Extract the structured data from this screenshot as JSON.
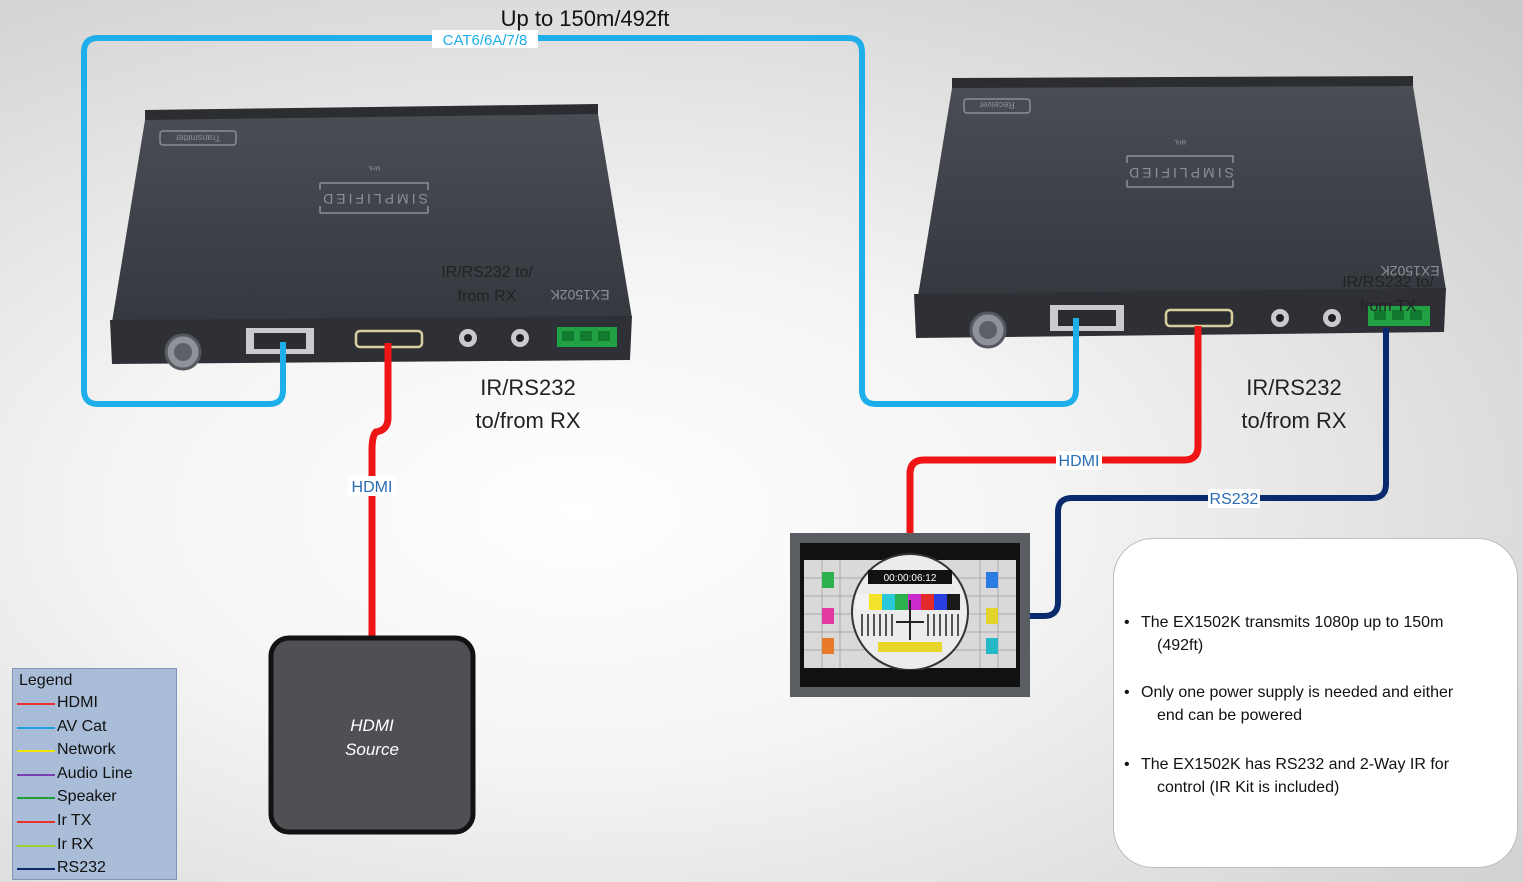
{
  "cable": {
    "distance_label": "Up to 150m/492ft",
    "cat_label": "CAT6/6A/7/8"
  },
  "transmitter": {
    "badge": "Transmitter",
    "brand_top": "SIMPLIFIED",
    "brand_sub": "MHL",
    "model": "EX1502K",
    "port_label_line1": "IR/RS232 to/",
    "port_label_line2": "from RX",
    "callout_line1": "IR/RS232",
    "callout_line2": "to/from RX"
  },
  "receiver": {
    "badge": "Receiver",
    "brand_top": "SIMPLIFIED",
    "brand_sub": "MHL",
    "model": "EX1502K",
    "port_label_line1": "IR/RS232 to/",
    "port_label_line2": "from TX",
    "callout_line1": "IR/RS232",
    "callout_line2": "to/from RX"
  },
  "links": {
    "hdmi_left": "HDMI",
    "hdmi_right": "HDMI",
    "rs232": "RS232"
  },
  "source": {
    "line1": "HDMI",
    "line2": "Source"
  },
  "display": {
    "timecode": "00:00:06:12"
  },
  "legend": {
    "title": "Legend",
    "items": [
      {
        "label": "HDMI",
        "color": "#e8322b"
      },
      {
        "label": "AV Cat",
        "color": "#1fa3e0"
      },
      {
        "label": "Network",
        "color": "#f2e600"
      },
      {
        "label": "Audio Line",
        "color": "#7a3fb0"
      },
      {
        "label": "Speaker",
        "color": "#1f9e3a"
      },
      {
        "label": "Ir TX",
        "color": "#e8322b"
      },
      {
        "label": "Ir RX",
        "color": "#9ad12e"
      },
      {
        "label": "RS232",
        "color": "#0d2a6b"
      }
    ]
  },
  "notes": [
    {
      "line1": "The EX1502K transmits 1080p up to 150m",
      "line2": "(492ft)"
    },
    {
      "line1": "Only one power supply is needed and either",
      "line2": "end can be powered"
    },
    {
      "line1": "The EX1502K has RS232 and 2-Way IR for",
      "line2": "control (IR Kit is included)"
    }
  ],
  "colors": {
    "hdmi": "#f01515",
    "cat": "#1eaee9",
    "rs232": "#0b2a6e",
    "device": "#3b3e44"
  }
}
